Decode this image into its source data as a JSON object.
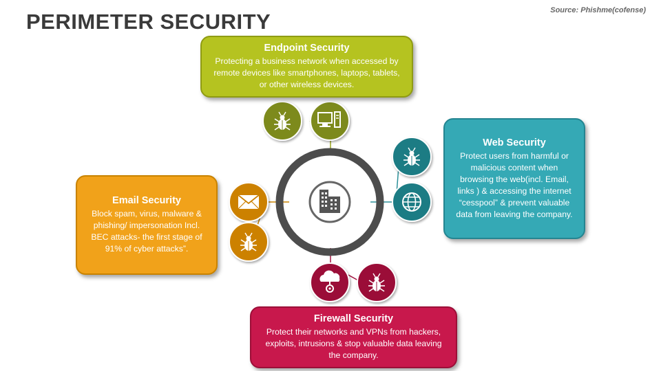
{
  "header": {
    "title": "PERIMETER SECURITY",
    "source": "Source: Phishme(cofense)"
  },
  "colors": {
    "endpoint": "#b5c320",
    "endpoint_icon": "#7d8a1f",
    "web": "#35a9b5",
    "web_icon": "#1f7c84",
    "email": "#f1a21a",
    "email_icon": "#cc8106",
    "firewall": "#c8184c",
    "firewall_icon": "#9b1139",
    "ring": "#4a4a4a",
    "center_circle": "#666666"
  },
  "cards": {
    "endpoint": {
      "title": "Endpoint Security",
      "text": "Protecting a business network when accessed by remote devices like smartphones, laptops, tablets, or other wireless devices.",
      "icons": [
        "bug-icon",
        "desktop-computer-icon"
      ]
    },
    "web": {
      "title": "Web Security",
      "text": "Protect users from harmful or malicious content when browsing the web(incl. Email, links ) & accessing the internet “cesspool” & prevent valuable data from leaving the company.",
      "icons": [
        "bug-icon",
        "globe-icon"
      ]
    },
    "email": {
      "title": "Email Security",
      "text": "Block spam, virus, malware & phishing/ impersonation Incl. BEC attacks- the first stage of 91% of cyber attacks”.",
      "icons": [
        "envelope-icon",
        "bug-icon"
      ]
    },
    "firewall": {
      "title": "Firewall Security",
      "text": "Protect their networks and VPNs from hackers, exploits, intrusions & stop valuable data leaving the company.",
      "icons": [
        "cloud-gear-icon",
        "bug-icon"
      ]
    }
  },
  "center": {
    "icon": "building-icon"
  }
}
